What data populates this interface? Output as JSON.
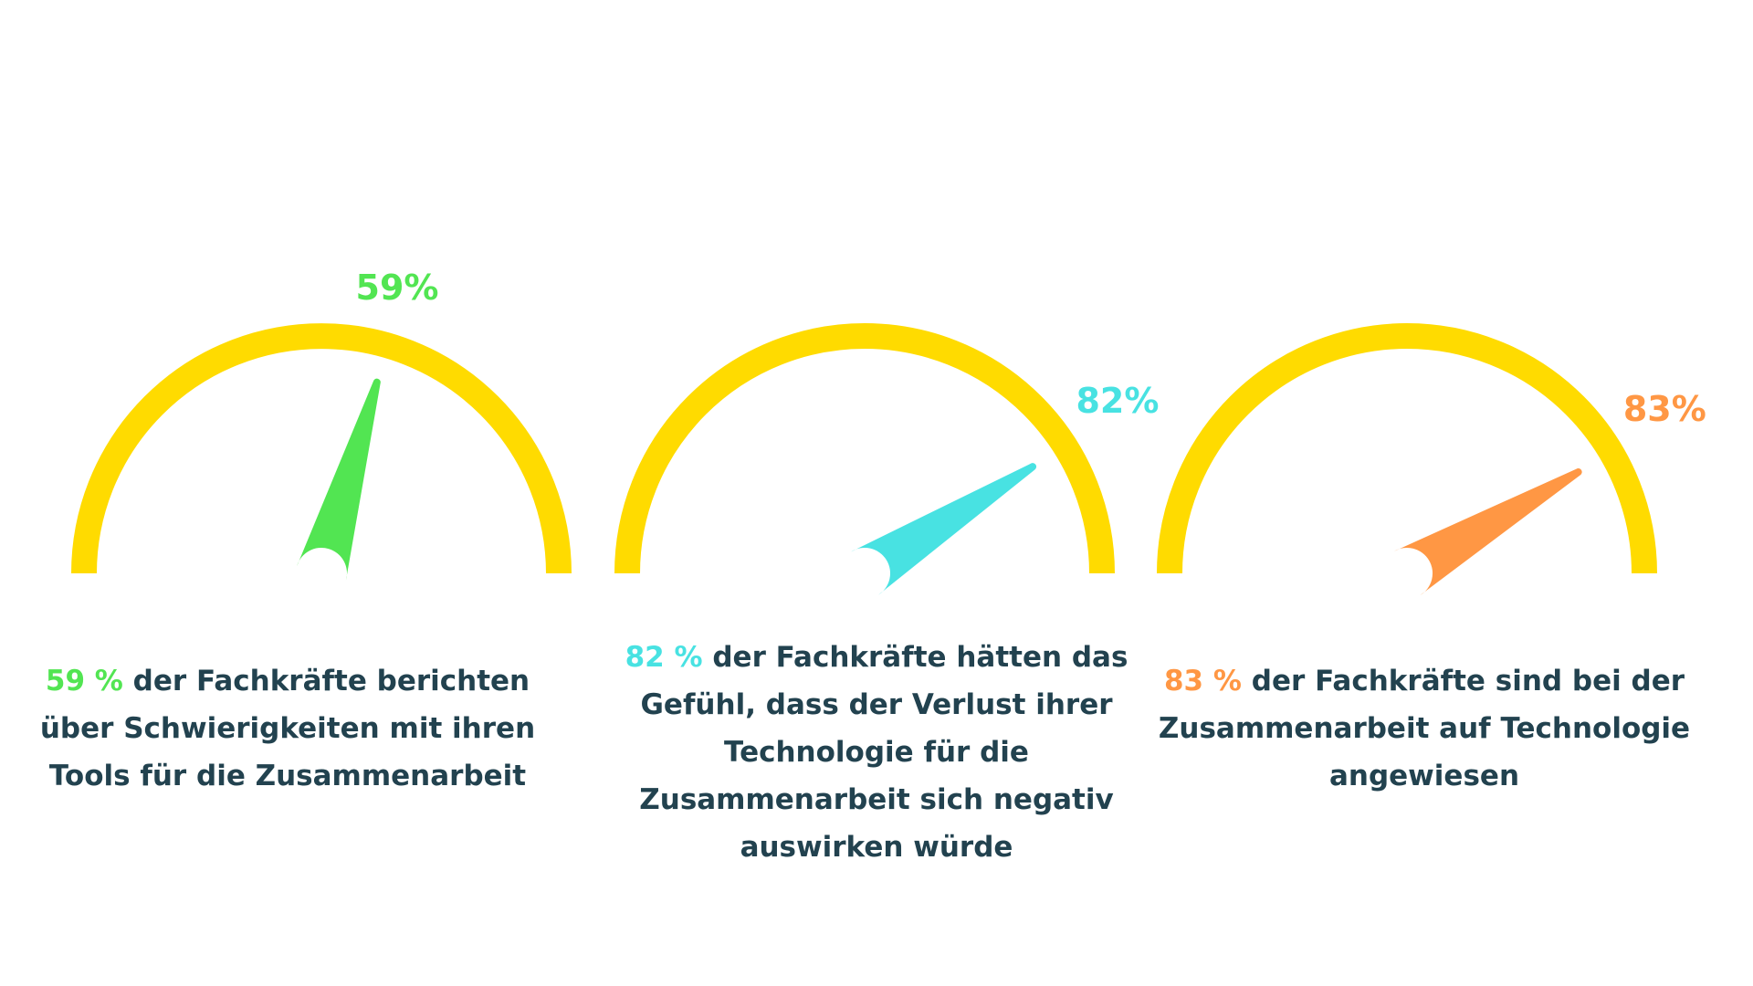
{
  "chart_data": [
    {
      "type": "gauge",
      "value": 59,
      "range": [
        0,
        100
      ],
      "value_label": "59%",
      "caption": {
        "highlight": "59 %",
        "text": " der Fachkräfte berichten über Schwierigkeiten mit ihren Tools für die Zusammenarbeit"
      },
      "needle_color": "#52e552",
      "arc_color": "#ffdb00"
    },
    {
      "type": "gauge",
      "value": 82,
      "range": [
        0,
        100
      ],
      "value_label": "82%",
      "caption": {
        "highlight": "82 %",
        "text": " der Fachkräfte hätten das Gefühl, dass der Verlust ihrer Technologie für die Zusammenarbeit sich negativ auswirken würde"
      },
      "needle_color": "#48e2e2",
      "arc_color": "#ffdb00"
    },
    {
      "type": "gauge",
      "value": 83,
      "range": [
        0,
        100
      ],
      "value_label": "83%",
      "caption": {
        "highlight": "83 %",
        "text": " der Fachkräfte sind bei der Zusammenarbeit auf Technologie angewiesen"
      },
      "needle_color": "#ff9744",
      "arc_color": "#ffdb00"
    }
  ],
  "colors": {
    "text": "#22424f",
    "background": "#ffffff"
  }
}
